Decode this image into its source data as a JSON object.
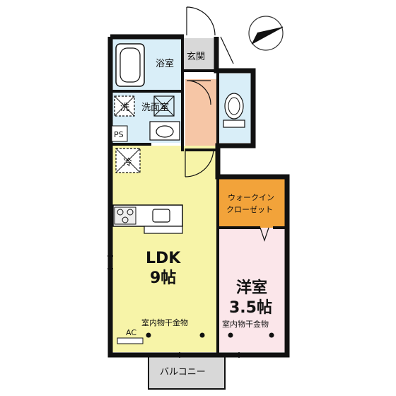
{
  "rooms": {
    "bath": "浴室",
    "entrance": "玄関",
    "washroom": "洗面室",
    "ldk_name": "LDK",
    "ldk_size": "9帖",
    "closet_line1": "ウォークイン",
    "closet_line2": "クローゼット",
    "western_name": "洋室",
    "western_size": "3.5帖",
    "balcony": "バルコニー"
  },
  "labels": {
    "ps": "PS",
    "ac": "AC",
    "drying_ldk": "室内物干金物",
    "drying_western": "室内物干金物",
    "washer_mark": "洗",
    "fridge_mark": "冷"
  },
  "colors": {
    "wall": "#111111",
    "ldk_fill": "#f7f4a8",
    "closet_fill": "#f2a33a",
    "western_fill": "#fbe6ea",
    "hall_fill": "#f6c6a6",
    "wet_fill": "#d9eef8",
    "balcony_fill": "#d8d8d8"
  },
  "icons": [
    "compass-icon",
    "bathtub-icon",
    "toilet-icon",
    "sink-icon",
    "stove-icon",
    "washer-icon",
    "fridge-icon"
  ]
}
